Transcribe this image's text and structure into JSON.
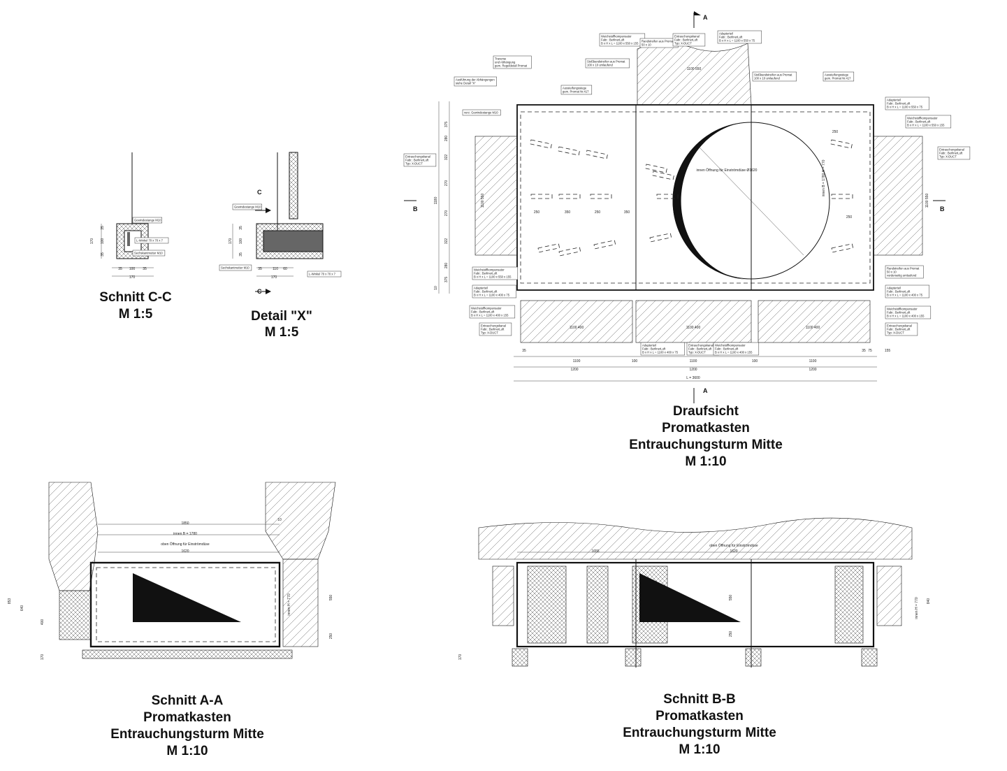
{
  "titles": {
    "schnitt_cc": [
      "Schnitt C-C",
      "M 1:5"
    ],
    "detail_x": [
      "Detail \"X\"",
      "M 1:5"
    ],
    "draufsicht": [
      "Draufsicht",
      "Promatkasten",
      "Entrauchungsturm Mitte",
      "M 1:10"
    ],
    "schnitt_aa": [
      "Schnitt A-A",
      "Promatkasten",
      "Entrauchungsturm Mitte",
      "M 1:10"
    ],
    "schnitt_bb": [
      "Schnitt B-B",
      "Promatkasten",
      "Entrauchungsturm Mitte",
      "M 1:10"
    ]
  },
  "section_markers": {
    "a": "A",
    "b": "B",
    "c": "C"
  },
  "callouts": [
    "Gewindestange M10",
    "L-Winkel 70 x 70 x 7",
    "Sechskantmutter M10",
    "Gewindestange M10",
    "Sechskantmutter M10",
    "L-Winkel 70 x 70 x 7",
    "Weichstoffkompensator Fabr.: BerlinerLuft B x H x L = 1100 x 550 x 155",
    "Randstreifen aus Promat 50 x 10",
    "Entrauchungskanal Fabr.: BerlinerLuft Typ: X-DUCT",
    "Adapterteil Fabr.: BerlinerLuft B x H x L = 1100 x 550 x 75",
    "Stoßbandstreifen aus Promat 100 x 10 umlaufend",
    "Stoßbandstreifen aus Promat 100 x 10 umlaufend",
    "Traverse und Abhängung gem. Regeldetail Promat",
    "Ausführung der Abhängungen siehe Detail \"X\"",
    "Aussteifungsstege gem. Promat Nr.417",
    "Aussteifungsstege gem. Promat Nr.417",
    "verz. Gewindestange M10",
    "Entrauchungskanal Fabr.: BerlinerLuft Typ: X-DUCT",
    "Entrauchungskanal Fabr.: BerlinerLuft Typ: X-DUCT",
    "Adapterteil Fabr.: BerlinerLuft B x H x L = 1100 x 550 x 75",
    "Weichstoffkompensator Fabr.: BerlinerLuft B x H x L = 1100 x 550 x 155",
    "Weichstoffkompensator Fabr.: BerlinerLuft B x H x L = 1100 x 550 x 155",
    "Adapterteil Fabr.: BerlinerLuft B x H x L = 1100 x 400 x 75",
    "Weichstoffkompensator Fabr.: BerlinerLuft B x H x L = 1100 x 400 x 155",
    "Entrauchungskanal Fabr.: BerlinerLuft Typ: X-DUCT",
    "Randstreifen aus Promat 50 x 10 vorderseitig umlaufend",
    "Adapterteil Fabr.: BerlinerLuft B x H x L = 1100 x 400 x 75",
    "Weichstoffkompensator Fabr.: BerlinerLuft B x H x L = 1100 x 400 x 155",
    "Entrauchungskanal Fabr.: BerlinerLuft Typ: X-DUCT",
    "Adapterteil Fabr.: BerlinerLuft B x H x L = 1100 x 400 x 75",
    "Entrauchungskanal Fabr.: BerlinerLuft Typ: X-DUCT",
    "Weichstoffkompensator Fabr.: BerlinerLuft B x H x L = 1100 x 400 x 155"
  ],
  "dimensions": {
    "cc": [
      "170",
      "35",
      "100",
      "35",
      "35",
      "100",
      "35",
      "170"
    ],
    "x": [
      "170",
      "35",
      "100",
      "35",
      "35",
      "110",
      "60",
      "170"
    ],
    "plan_bottom": [
      "35",
      "1100",
      "1100",
      "1100",
      "100",
      "100",
      "1200",
      "1200",
      "1200",
      "L = 3600",
      "35",
      "75",
      "155"
    ],
    "plan_left": [
      "375",
      "280",
      "322",
      "270",
      "270",
      "322",
      "280",
      "375",
      "1180",
      "10"
    ],
    "plan_inner": [
      "250",
      "350",
      "250",
      "350",
      "250",
      "250"
    ],
    "plan_circle": "innen Öffnung für Einströmdüse Ø1620",
    "plan_inner_b": "innen B = 1780 H = 770",
    "duct_sizes": [
      "1100 550",
      "1100 550",
      "1100 550",
      "1100 400",
      "1100 400",
      "1100 400"
    ],
    "aa": [
      "1850",
      "innen B = 1780",
      "oben Öffnung für Einströmdüse",
      "1620",
      "innen H = 770",
      "853",
      "640",
      "400",
      "170",
      "550",
      "250",
      "10"
    ],
    "bb": [
      "1655",
      "oben Öffnung für Einströmdüse",
      "1620",
      "550",
      "250",
      "170",
      "innen H = 770",
      "840"
    ]
  }
}
